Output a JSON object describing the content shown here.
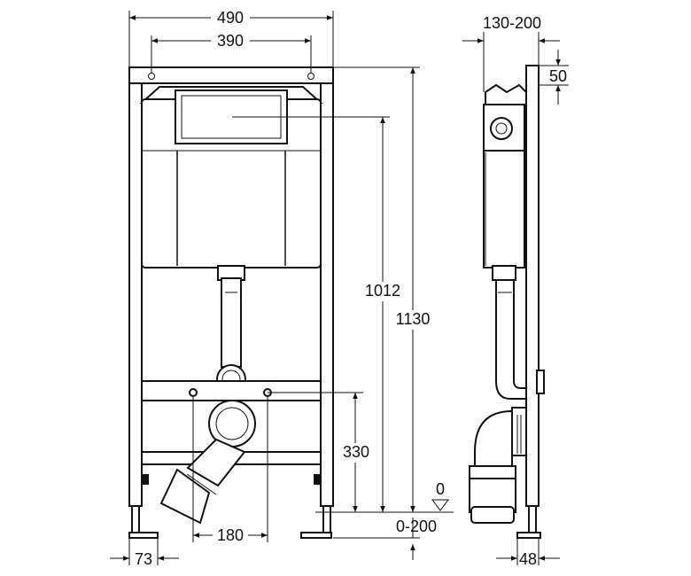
{
  "dimensions": {
    "frame_width": "490",
    "mount_spacing": "390",
    "depth_range": "130-200",
    "top_offset": "50",
    "cistern_height": "1012",
    "frame_height": "1130",
    "outlet_height": "330",
    "floor_mark": "0",
    "floor_range": "0-200",
    "outlet_offset": "180",
    "foot_width": "73",
    "side_foot_width": "48"
  }
}
